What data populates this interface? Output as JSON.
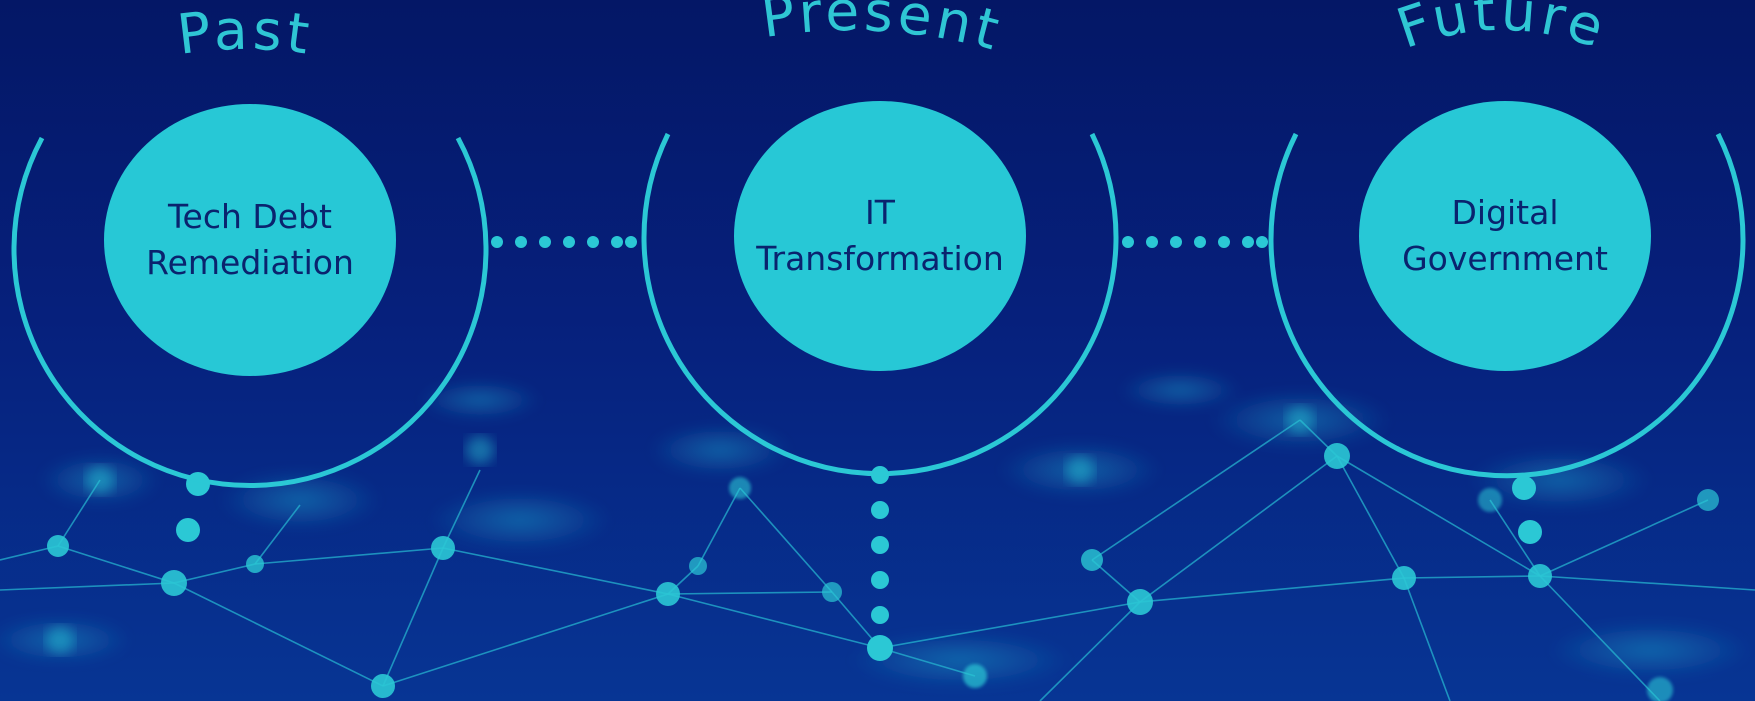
{
  "colors": {
    "background": "#061c73",
    "accent": "#2bc8d5",
    "node_text": "#0a236e",
    "network": "#1fa9c8"
  },
  "stages": [
    {
      "title": "Past",
      "line1": "Tech Debt",
      "line2": "Remediation"
    },
    {
      "title": "Present",
      "line1": "IT",
      "line2": "Transformation"
    },
    {
      "title": "Future",
      "line1": "Digital",
      "line2": "Government"
    }
  ]
}
